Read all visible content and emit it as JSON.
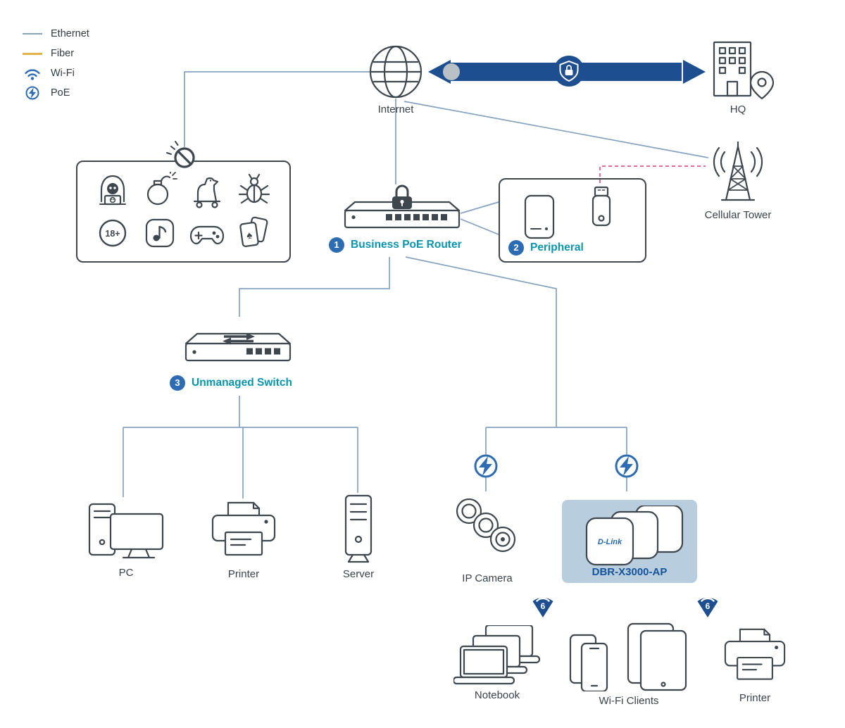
{
  "legend": {
    "ethernet_label": "Ethernet",
    "fiber_label": "Fiber",
    "wifi_label": "Wi-Fi",
    "poe_label": "PoE"
  },
  "nodes": {
    "internet_label": "Internet",
    "hq_label": "HQ",
    "cellular_label": "Cellular Tower",
    "router_number": "1",
    "router_label": "Business PoE Router",
    "peripheral_number": "2",
    "peripheral_label": "Peripheral",
    "switch_number": "3",
    "switch_label": "Unmanaged Switch",
    "pc_label": "PC",
    "printer_label": "Printer",
    "server_label": "Server",
    "ip_camera_label": "IP Camera",
    "ap_label": "DBR-X3000-AP",
    "notebook_label": "Notebook",
    "wifi_clients_label": "Wi-Fi Clients",
    "printer2_label": "Printer"
  },
  "badges": {
    "adult": "18+",
    "wifi6_left": "6",
    "wifi6_right": "6"
  },
  "brand": {
    "ap_logo": "D-Link"
  },
  "icons": {
    "spade": "♠"
  },
  "colors": {
    "ethernet_line": "#85a3c0",
    "fiber_line": "#e3b34b",
    "cellular_link_dashed": "#e2567d",
    "accent_blue": "#2d6cb2",
    "tunnel_navy": "#1d4e8f",
    "numbered_label_teal": "#0995ae",
    "ap_label_blue": "#15549c",
    "ap_highlight": "#b8cddd",
    "icon_stroke": "#3e474e"
  }
}
